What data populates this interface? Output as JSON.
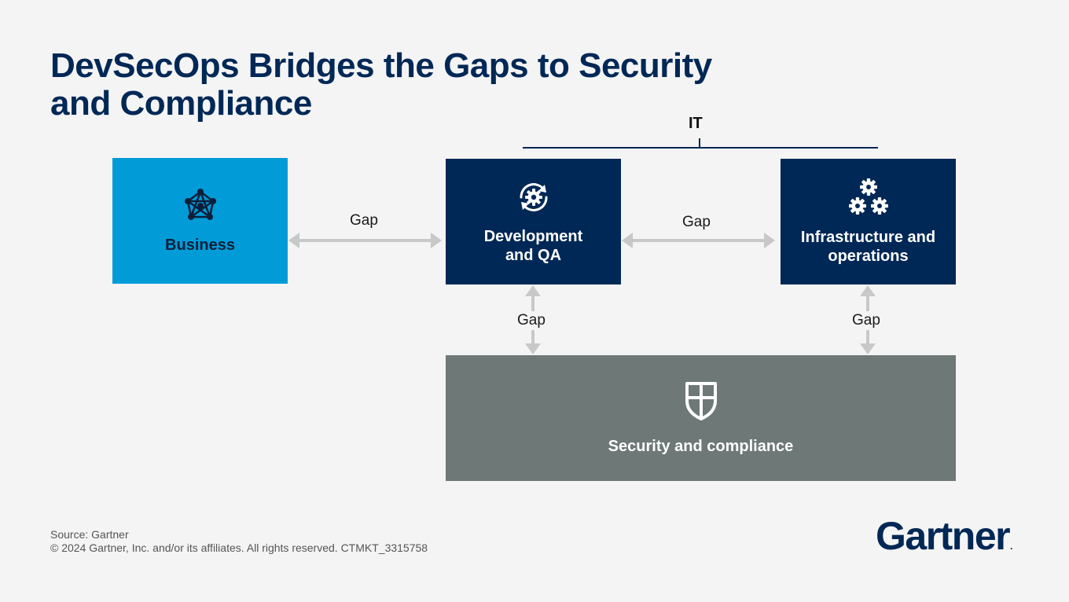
{
  "title": {
    "line1": "DevSecOps Bridges the Gaps to Security",
    "line2": "and Compliance"
  },
  "it_group": {
    "label": "IT"
  },
  "nodes": {
    "business": {
      "label": "Business",
      "icon": "network-icon",
      "color": "#019cd8"
    },
    "dev_qa": {
      "label_line1": "Development",
      "label_line2": "and QA",
      "icon": "gear-cycle-icon",
      "color": "#002856"
    },
    "infra_ops": {
      "label_line1": "Infrastructure and",
      "label_line2": "operations",
      "icon": "gears-icon",
      "color": "#002856"
    },
    "security": {
      "label": "Security and compliance",
      "icon": "shield-icon",
      "color": "#6d7877"
    }
  },
  "gaps": {
    "business_dev": "Gap",
    "dev_infra": "Gap",
    "dev_security": "Gap",
    "infra_security": "Gap"
  },
  "footer": {
    "source": "Source: Gartner",
    "copyright": "© 2024 Gartner, Inc. and/or its affiliates. All rights reserved. CTMKT_3315758"
  },
  "logo": {
    "text": "Gartner",
    "mark": "."
  }
}
